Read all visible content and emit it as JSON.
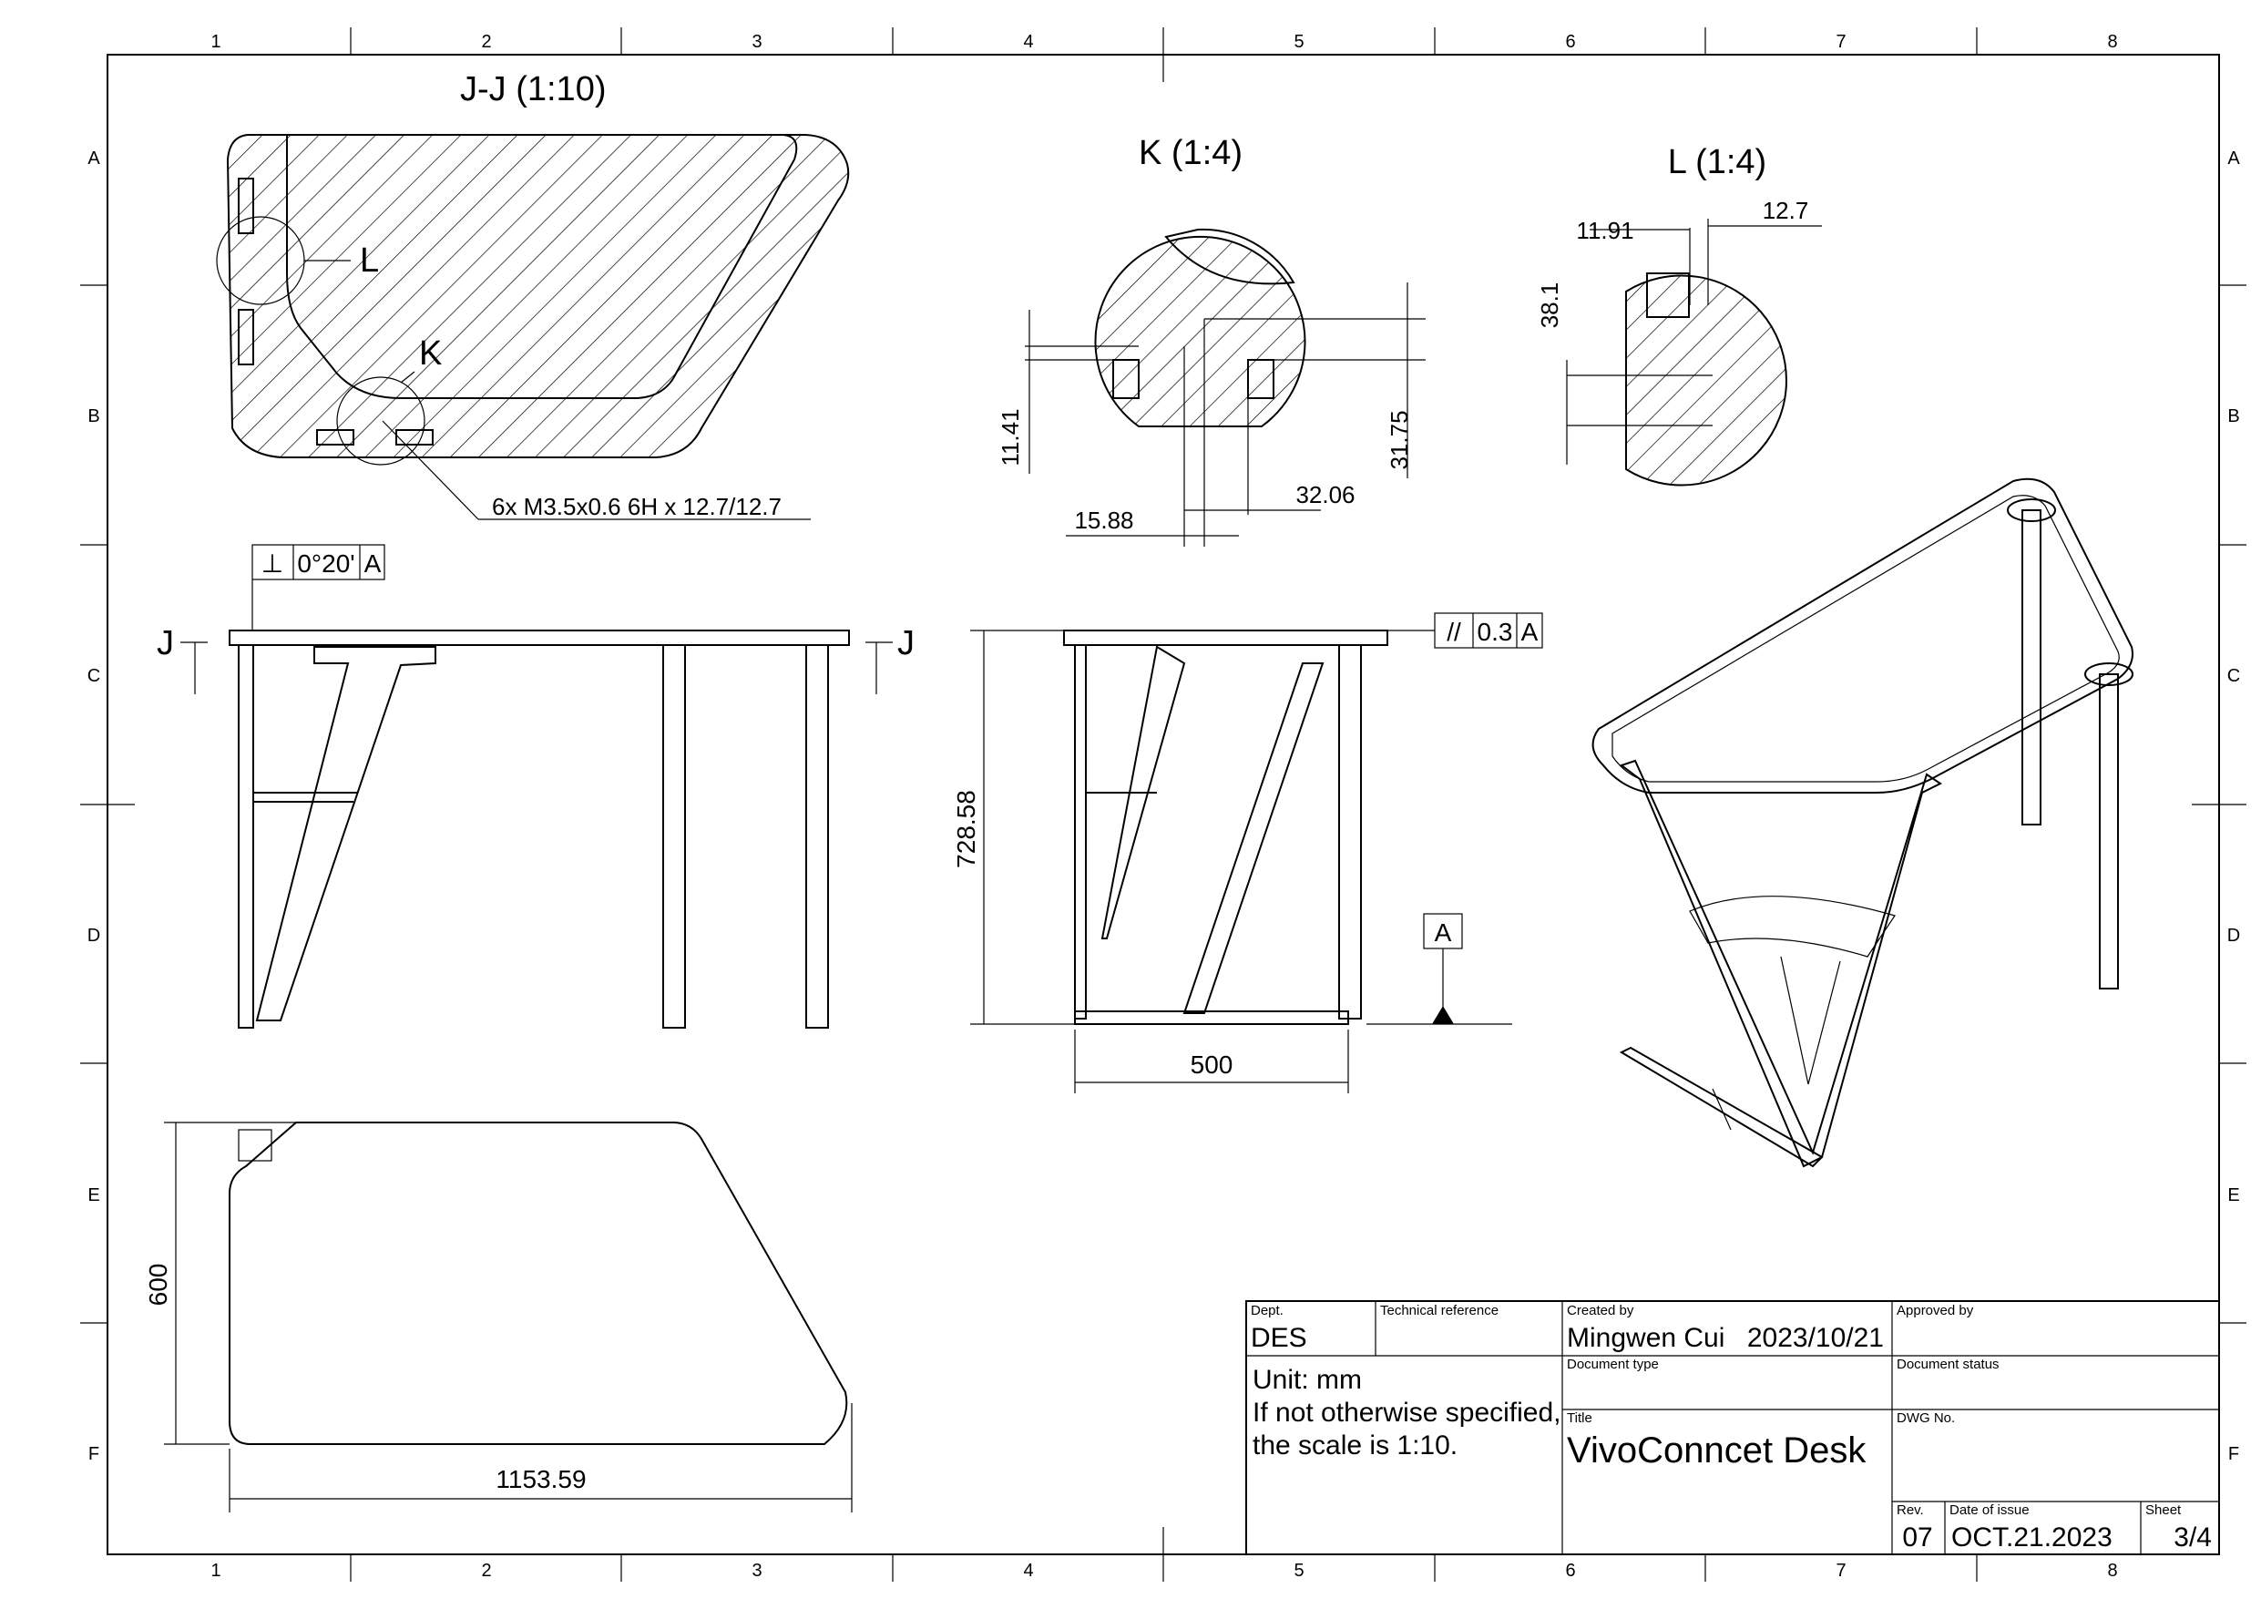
{
  "grid": {
    "columns": [
      "1",
      "2",
      "3",
      "4",
      "5",
      "6",
      "7",
      "8"
    ],
    "rows": [
      "A",
      "B",
      "C",
      "D",
      "E",
      "F"
    ]
  },
  "views": {
    "section_jj": {
      "title": "J-J (1:10)",
      "detail_l": "L",
      "detail_k": "K",
      "thread_note": "6x M3.5x0.6 6H x 12.7/12.7"
    },
    "detail_k": {
      "title": "K (1:4)",
      "dims": [
        "11.41",
        "31.75",
        "15.88",
        "32.06"
      ]
    },
    "detail_l": {
      "title": "L (1:4)",
      "dims": [
        "11.91",
        "12.7",
        "38.1"
      ]
    },
    "front": {
      "section_mark_left": "J",
      "section_mark_right": "J",
      "perp_symbol": "⊥",
      "perp_value": "0°20'",
      "perp_datum": "A"
    },
    "side": {
      "height": "728.58",
      "width": "500",
      "parallel_symbol": "//",
      "parallel_value": "0.3",
      "parallel_datum": "A",
      "datum": "A"
    },
    "top": {
      "depth": "600",
      "length": "1153.59"
    }
  },
  "title_block": {
    "dept_label": "Dept.",
    "dept": "DES",
    "tech_ref_label": "Technical reference",
    "created_by_label": "Created by",
    "created_by": "Mingwen Cui",
    "created_date": "2023/10/21",
    "approved_by_label": "Approved by",
    "doc_type_label": "Document type",
    "doc_status_label": "Document status",
    "notes": [
      "Unit: mm",
      "If not otherwise specified,",
      "the scale is 1:10."
    ],
    "title_label": "Title",
    "title": "VivoConncet Desk",
    "dwg_no_label": "DWG No.",
    "rev_label": "Rev.",
    "rev": "07",
    "date_label": "Date of issue",
    "date": "OCT.21.2023",
    "sheet_label": "Sheet",
    "sheet": "3/4"
  }
}
